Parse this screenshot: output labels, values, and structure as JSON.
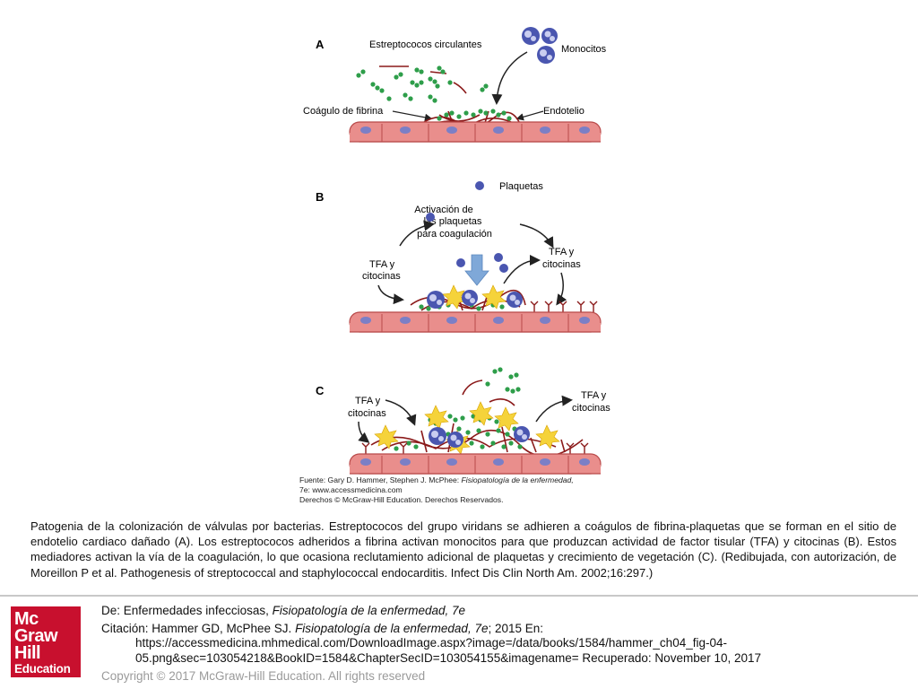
{
  "figure": {
    "panel_a": {
      "label": "A",
      "estreptococos": "Estreptococos circulantes",
      "monocitos": "Monocitos",
      "coagulo": "Coágulo de fibrina",
      "endotelio": "Endotelio"
    },
    "panel_b": {
      "label": "B",
      "plaquetas": "Plaquetas",
      "activacion_1": "Activación de",
      "activacion_2": "las plaquetas",
      "activacion_3": "para coagulación",
      "tfa_left_1": "TFA y",
      "tfa_left_2": "citocinas",
      "tfa_right_1": "TFA y",
      "tfa_right_2": "citocinas"
    },
    "panel_c": {
      "label": "C",
      "tfa_left_1": "TFA y",
      "tfa_left_2": "citocinas",
      "tfa_right_1": "TFA y",
      "tfa_right_2": "citocinas"
    },
    "colors": {
      "cell_fill": "#e98e8c",
      "cell_stroke": "#b94a4a",
      "nucleus": "#7b7fc6",
      "bacteria": "#2e9e4a",
      "fibrin": "#8b1a1a",
      "platelet": "#4a56b0",
      "star": "#f5d33a",
      "blue_arrow": "#7fa8d8"
    }
  },
  "source": {
    "prefix": "Fuente: Gary D. Hammer, Stephen J. McPhee: ",
    "book": "Fisiopatología de la enfermedad,",
    "line2": "7e: www.accessmedicina.com",
    "line3": "Derechos © McGraw-Hill Education. Derechos Reservados."
  },
  "caption": "Patogenia de la colonización de válvulas por bacterias. Estreptococos del grupo viridans se adhieren a coágulos de fibrina-plaquetas que se forman en el sitio de endotelio cardiaco dañado (A). Los estreptococos adheridos a fibrina activan monocitos para que produzcan actividad de factor tisular (TFA) y citocinas (B). Estos mediadores activan la vía de la coagulación, lo que ocasiona reclutamiento adicional de plaquetas y crecimiento de vegetación (C). (Redibujada, con autorización, de Moreillon P et al. Pathogenesis of streptococcal and staphylococcal endocarditis. Infect Dis Clin North Am. 2002;16:297.)",
  "logo": {
    "line1": "Mc",
    "line2": "Graw",
    "line3": "Hill",
    "line4": "Education",
    "color": "#c8102e"
  },
  "citation": {
    "de_prefix": "De: Enfermedades infecciosas, ",
    "de_book": "Fisiopatología de la enfermedad, 7e",
    "cit_prefix": "Citación: Hammer GD, McPhee SJ. ",
    "cit_book": "Fisiopatología de la enfermedad, 7e",
    "cit_suffix": "; 2015 En:",
    "url_line1": "https://accessmedicina.mhmedical.com/DownloadImage.aspx?image=/data/books/1584/hammer_ch04_fig-04-",
    "url_line2": "05.png&sec=103054218&BookID=1584&ChapterSecID=103054155&imagename= Recuperado: November 10, 2017",
    "copyright": "Copyright © 2017 McGraw-Hill Education. All rights reserved"
  }
}
